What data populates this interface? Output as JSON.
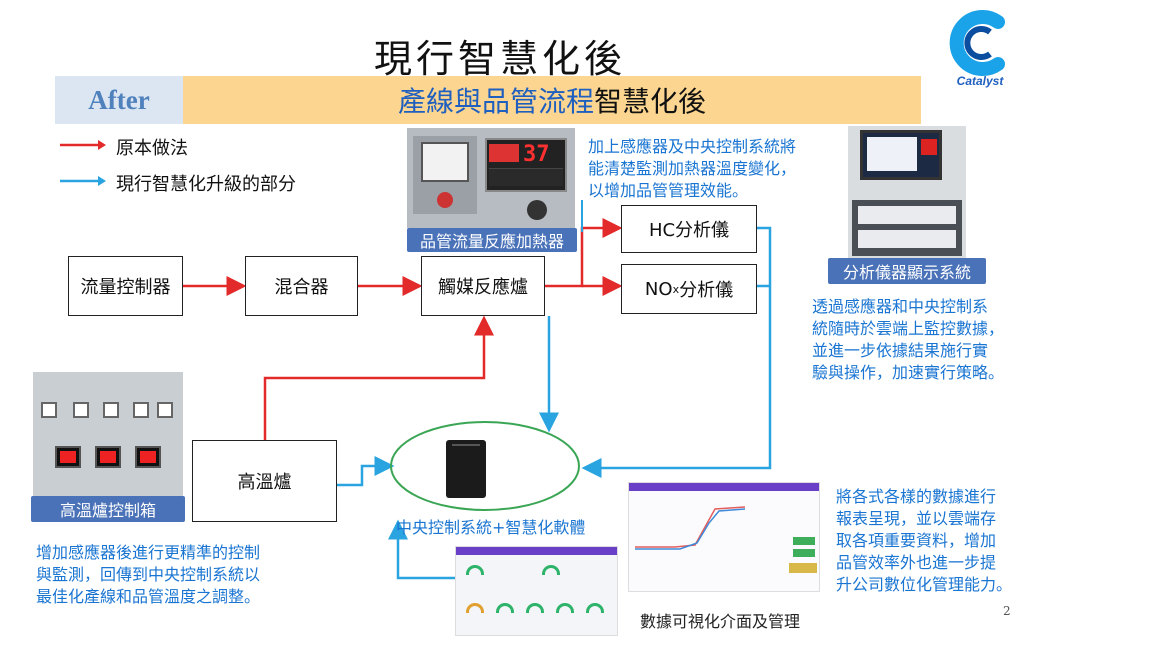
{
  "title": "現行智慧化後",
  "banner": {
    "after_label": "After",
    "main_blue": "產線與品管流程",
    "main_black": "智慧化後"
  },
  "logo": {
    "text": "Catalyst"
  },
  "legend": {
    "red_label": "原本做法",
    "blue_label": "現行智慧化升級的部分"
  },
  "boxes": {
    "flow_controller": "流量控制器",
    "mixer": "混合器",
    "catalytic_reactor": "觸媒反應爐",
    "hc_analyzer": "HC分析儀",
    "nox_analyzer_prefix": "NO",
    "nox_analyzer_sub": "x",
    "nox_analyzer_suffix": "分析儀",
    "high_temp_furnace": "高溫爐"
  },
  "tags": {
    "heater": "品管流量反應加熱器",
    "analyzer_display": "分析儀器顯示系統",
    "furnace_control": "高溫爐控制箱"
  },
  "central_label": "中央控制系統+智慧化軟體",
  "visual_label": "數據可視化介面及管理",
  "notes": {
    "heater_note": [
      "加上感應器及中央控制系統將",
      "能清楚監測加熱器溫度變化，",
      "以增加品管管理效能。"
    ],
    "analyzer_note": [
      "透過感應器和中央控制系",
      "統隨時於雲端上監控數據，",
      "並進一步依據結果施行實",
      "驗與操作，加速實行策略。"
    ],
    "furnace_note": [
      "增加感應器後進行更精準的控制",
      "與監測，回傳到中央控制系統以",
      "最佳化產線和品管溫度之調整。"
    ],
    "report_note": [
      "將各式各樣的數據進行",
      "報表呈現，並以雲端存",
      "取各項重要資料，增加",
      "品管效率外也進一步提",
      "升公司數位化管理能力。"
    ]
  },
  "heater_display": {
    "reading": "37"
  },
  "page_number": "2",
  "colors": {
    "red": "#e32a2a",
    "blue": "#2aa4e0",
    "tag": "#4a72b8",
    "banner": "#fcd690",
    "note": "#1a75d2"
  }
}
